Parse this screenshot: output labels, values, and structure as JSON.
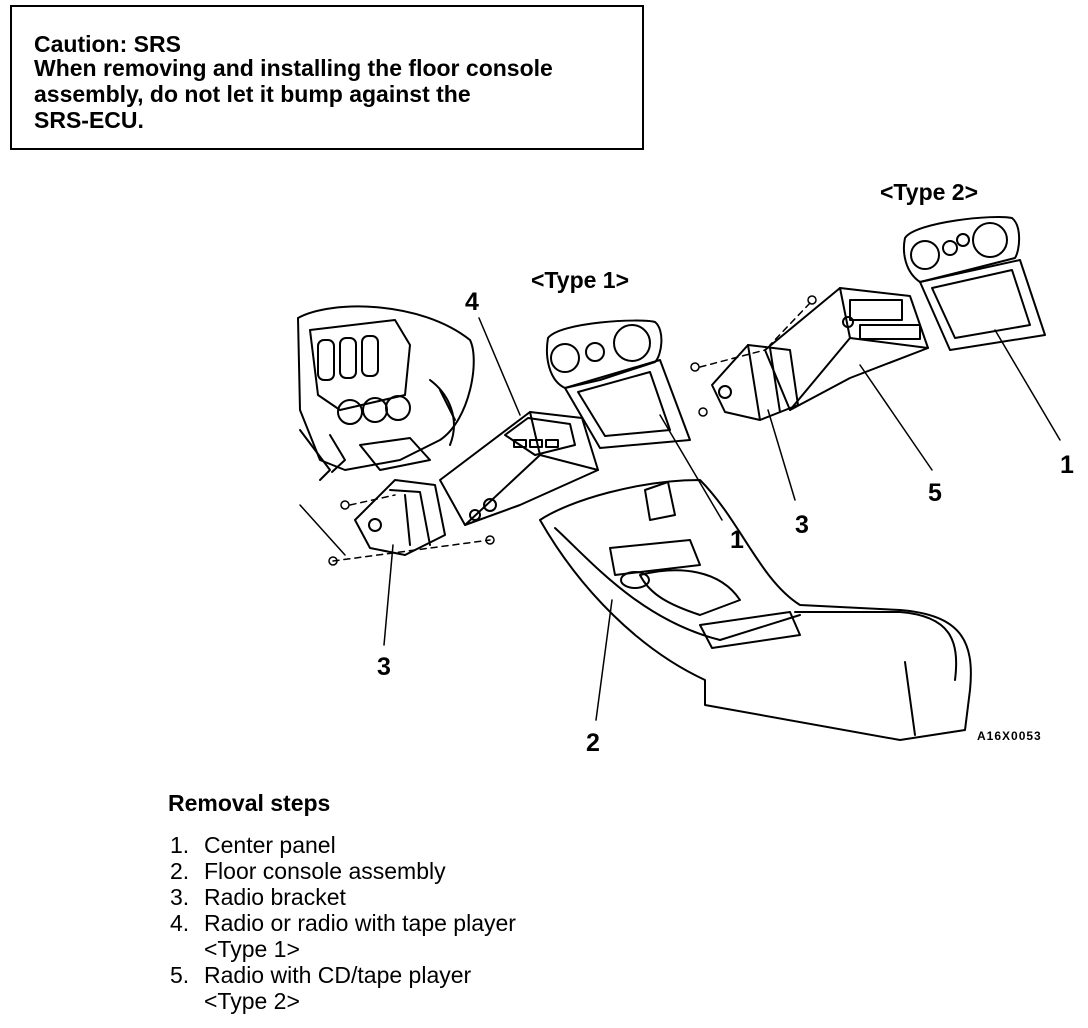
{
  "caution": {
    "title": "Caution: SRS",
    "body": "When removing and installing the floor console\nassembly, do not let it bump against the\nSRS-ECU."
  },
  "diagram": {
    "type1_label": "<Type 1>",
    "type2_label": "<Type 2>",
    "callouts": [
      "4",
      "1",
      "3",
      "1",
      "3",
      "5",
      "2"
    ],
    "figure_code": "A16X0053"
  },
  "removal": {
    "title": "Removal steps",
    "steps": [
      {
        "num": "1.",
        "text": "Center panel"
      },
      {
        "num": "2.",
        "text": "Floor console assembly"
      },
      {
        "num": "3.",
        "text": "Radio bracket"
      },
      {
        "num": "4.",
        "text": "Radio or radio with tape player\n<Type 1>"
      },
      {
        "num": "5.",
        "text": "Radio with CD/tape player\n<Type 2>"
      }
    ]
  }
}
